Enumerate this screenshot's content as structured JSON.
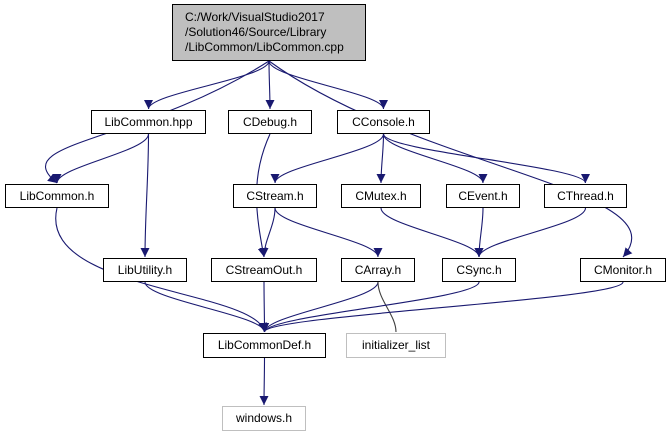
{
  "diagram": {
    "root": {
      "id": "root",
      "lines": [
        "C:/Work/VisualStudio2017",
        "/Solution46/Source/Library",
        "/LibCommon/LibCommon.cpp"
      ]
    },
    "nodes": [
      {
        "id": "libcommon_hpp",
        "label": "LibCommon.hpp"
      },
      {
        "id": "cdebug_h",
        "label": "CDebug.h"
      },
      {
        "id": "cconsole_h",
        "label": "CConsole.h"
      },
      {
        "id": "libcommon_h",
        "label": "LibCommon.h"
      },
      {
        "id": "cstream_h",
        "label": "CStream.h"
      },
      {
        "id": "cmutex_h",
        "label": "CMutex.h"
      },
      {
        "id": "cevent_h",
        "label": "CEvent.h"
      },
      {
        "id": "cthread_h",
        "label": "CThread.h"
      },
      {
        "id": "libutility_h",
        "label": "LibUtility.h"
      },
      {
        "id": "cstreamout_h",
        "label": "CStreamOut.h"
      },
      {
        "id": "carray_h",
        "label": "CArray.h"
      },
      {
        "id": "csync_h",
        "label": "CSync.h"
      },
      {
        "id": "cmonitor_h",
        "label": "CMonitor.h"
      },
      {
        "id": "libcommondef_h",
        "label": "LibCommonDef.h"
      },
      {
        "id": "initializer_list",
        "label": "initializer_list",
        "external": true
      },
      {
        "id": "windows_h",
        "label": "windows.h",
        "external": true
      }
    ],
    "edges": [
      [
        "root",
        "libcommon_h"
      ],
      [
        "root",
        "libcommon_hpp"
      ],
      [
        "root",
        "cdebug_h"
      ],
      [
        "root",
        "cconsole_h"
      ],
      [
        "root",
        "cmonitor_h"
      ],
      [
        "libcommon_hpp",
        "libcommon_h"
      ],
      [
        "libcommon_hpp",
        "libutility_h"
      ],
      [
        "cdebug_h",
        "cstreamout_h"
      ],
      [
        "cconsole_h",
        "cstream_h"
      ],
      [
        "cconsole_h",
        "cmutex_h"
      ],
      [
        "cconsole_h",
        "cevent_h"
      ],
      [
        "cconsole_h",
        "cthread_h"
      ],
      [
        "libcommon_h",
        "libcommondef_h"
      ],
      [
        "cstream_h",
        "cstreamout_h"
      ],
      [
        "cstream_h",
        "carray_h"
      ],
      [
        "cmutex_h",
        "csync_h"
      ],
      [
        "cevent_h",
        "csync_h"
      ],
      [
        "cthread_h",
        "csync_h"
      ],
      [
        "libutility_h",
        "libcommondef_h"
      ],
      [
        "cstreamout_h",
        "libcommondef_h"
      ],
      [
        "carray_h",
        "libcommondef_h"
      ],
      [
        "carray_h",
        "initializer_list"
      ],
      [
        "csync_h",
        "libcommondef_h"
      ],
      [
        "cmonitor_h",
        "libcommondef_h"
      ],
      [
        "libcommondef_h",
        "windows_h"
      ]
    ]
  }
}
